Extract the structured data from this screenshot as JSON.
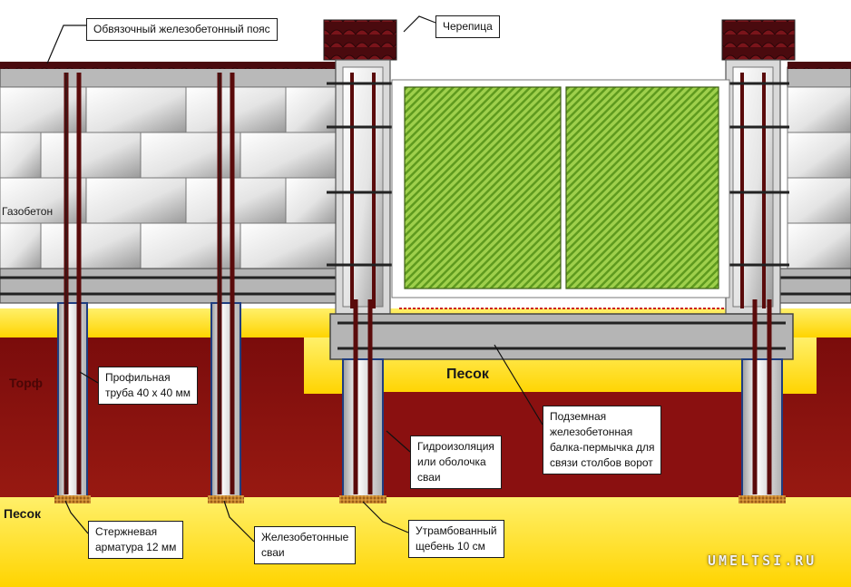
{
  "colors": {
    "block_light": "#f2f2f2",
    "block_shade": "#a9a9a9",
    "concrete": "#b6b6b6",
    "sand": "#ffe600",
    "peat": "#8a1010",
    "gate_fill": "#8cc63f",
    "gate_stripe": "#5e9a1e",
    "tile": "#6b0f14",
    "rebar": "#5a0b0b",
    "gravel": "#c8862a"
  },
  "labels": {
    "belt": "Обвязочный железобетонный пояс",
    "tile": "Черепица",
    "aerated_concrete": "Газобетон",
    "peat": "Торф",
    "sand_top": "Песок",
    "sand_bottom": "Песок",
    "profile_pipe": [
      "Профильная",
      "труба 40 х 40 мм"
    ],
    "underground_beam": [
      "Подземная",
      "железобетонная",
      "балка-пермычка для",
      "связи столбов ворот"
    ],
    "waterproofing": [
      "Гидроизоляция",
      "или оболочка",
      "сваи"
    ],
    "rod_rebar": [
      "Стержневая",
      "арматура 12 мм"
    ],
    "rc_piles": [
      "Железобетонные",
      "сваи"
    ],
    "gravel": [
      "Утрамбованный",
      "щебень 10 см"
    ]
  },
  "watermark": "UMELTSI.RU"
}
